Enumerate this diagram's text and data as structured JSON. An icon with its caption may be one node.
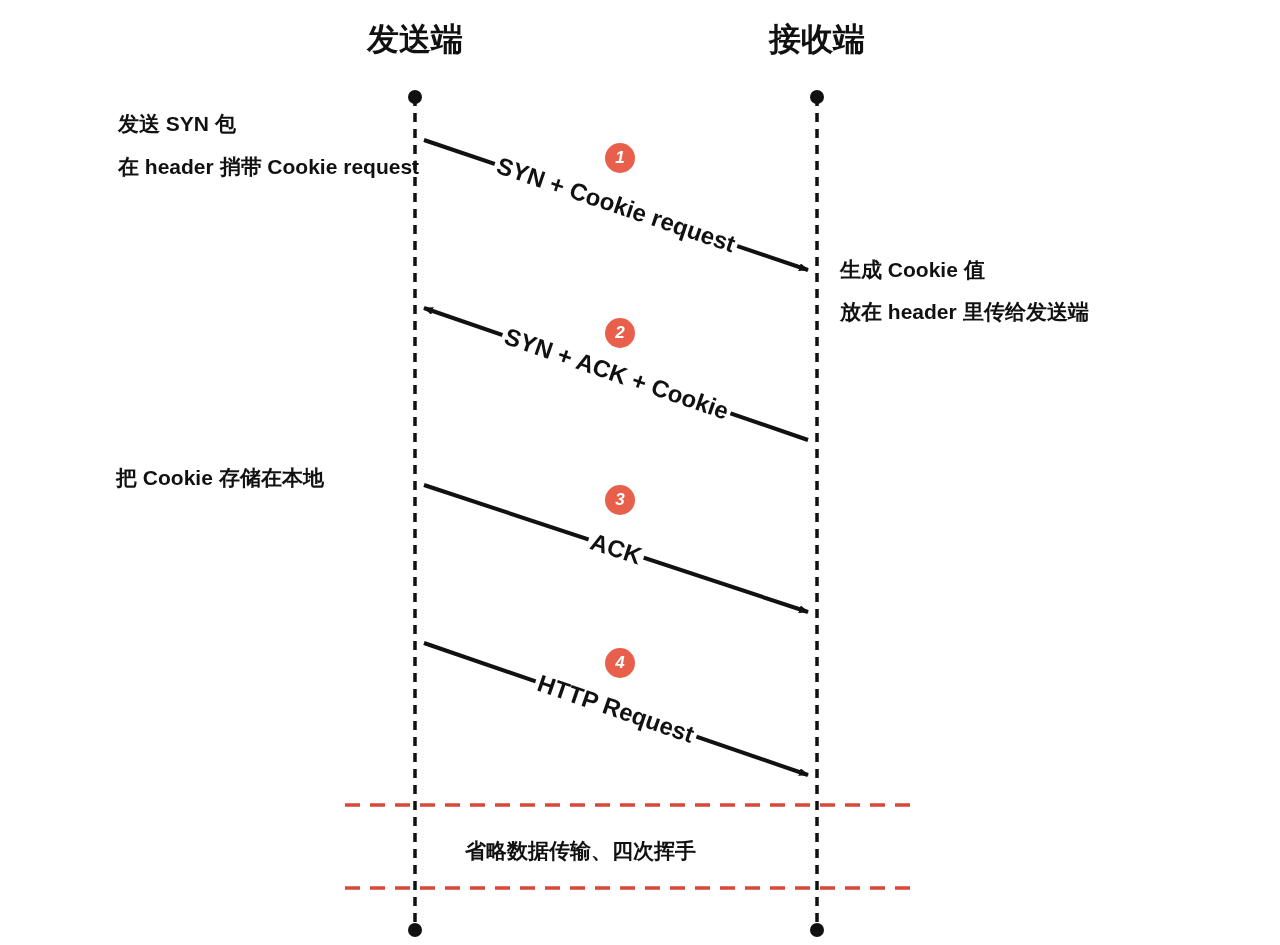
{
  "diagram": {
    "nodes": [
      {
        "text": [
          "发送端"
        ]
      },
      {
        "text": [
          "接收端"
        ]
      }
    ],
    "edges": [
      {
        "from": 0,
        "to": 1,
        "arrow": "to",
        "label": "SYN + Cookie request"
      },
      {
        "from": 1,
        "to": 0,
        "arrow": "to",
        "label": "SYN + ACK + Cookie"
      },
      {
        "from": 0,
        "to": 1,
        "arrow": "to",
        "label": "ACK"
      },
      {
        "from": 0,
        "to": 1,
        "arrow": "to",
        "label": "HTTP Request"
      }
    ],
    "labels": [
      "发送 SYN 包",
      "在 header 捎带 Cookie request",
      "1",
      "生成 Cookie 值",
      "放在 header 里传给发送端",
      "2",
      "把 Cookie 存储在本地",
      "3",
      "4",
      "省略数据传输、四次挥手"
    ]
  }
}
